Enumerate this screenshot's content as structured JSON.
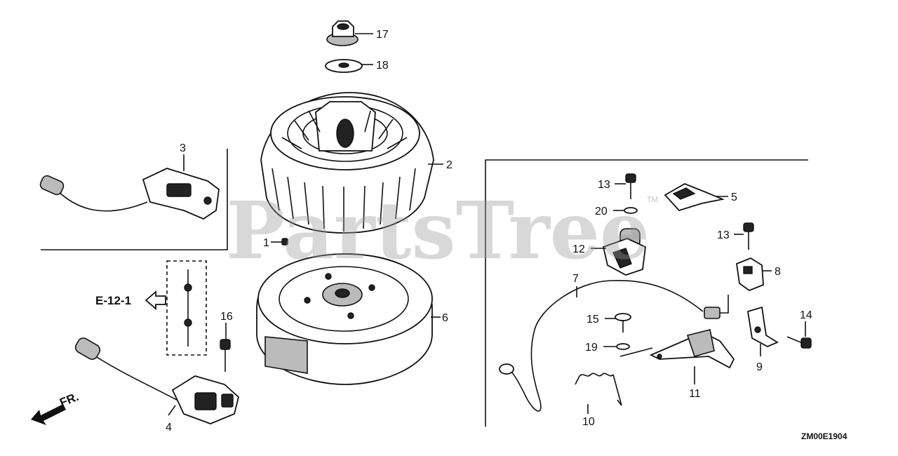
{
  "diagram": {
    "watermark": "PartsTree",
    "watermark_tm": "TM",
    "drawing_code": "ZM00E1904",
    "reference_label": "E-12-1",
    "front_label": "FR.",
    "part_numbers": [
      "1",
      "2",
      "3",
      "4",
      "5",
      "6",
      "7",
      "8",
      "9",
      "10",
      "11",
      "12",
      "13",
      "13",
      "14",
      "15",
      "16",
      "17",
      "18",
      "19",
      "20"
    ]
  }
}
